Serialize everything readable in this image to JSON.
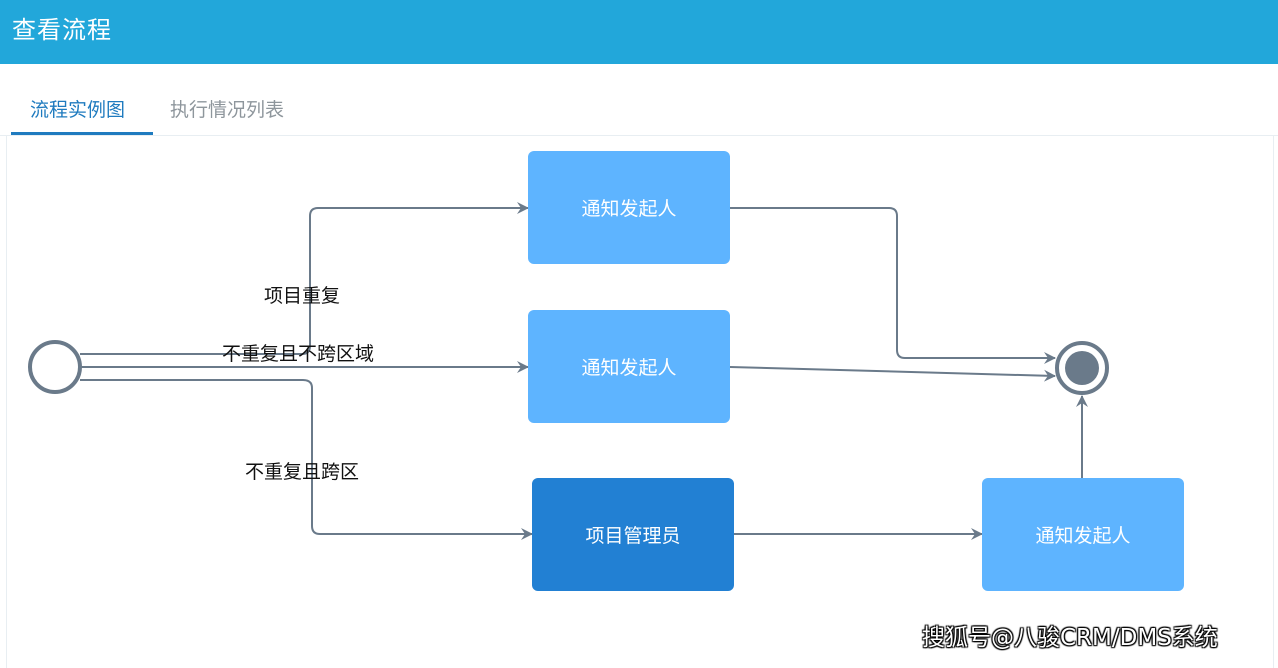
{
  "header": {
    "title": "查看流程"
  },
  "tabs": [
    {
      "label": "流程实例图",
      "active": true
    },
    {
      "label": "执行情况列表",
      "active": false
    }
  ],
  "diagram": {
    "nodes": {
      "notify_top": "通知发起人",
      "notify_middle": "通知发起人",
      "project_manager": "项目管理员",
      "notify_bottom_right": "通知发起人"
    },
    "edge_labels": {
      "duplicate": "项目重复",
      "no_dup_no_cross": "不重复且不跨区域",
      "no_dup_cross": "不重复且跨区"
    }
  },
  "colors": {
    "header": "#22a7da",
    "active_tab": "#1f7bbf",
    "node_light": "#5eb4ff",
    "node_dark": "#2280d3",
    "edge": "#6a7a8a"
  },
  "watermark": "搜狐号@八骏CRM/DMS系统"
}
